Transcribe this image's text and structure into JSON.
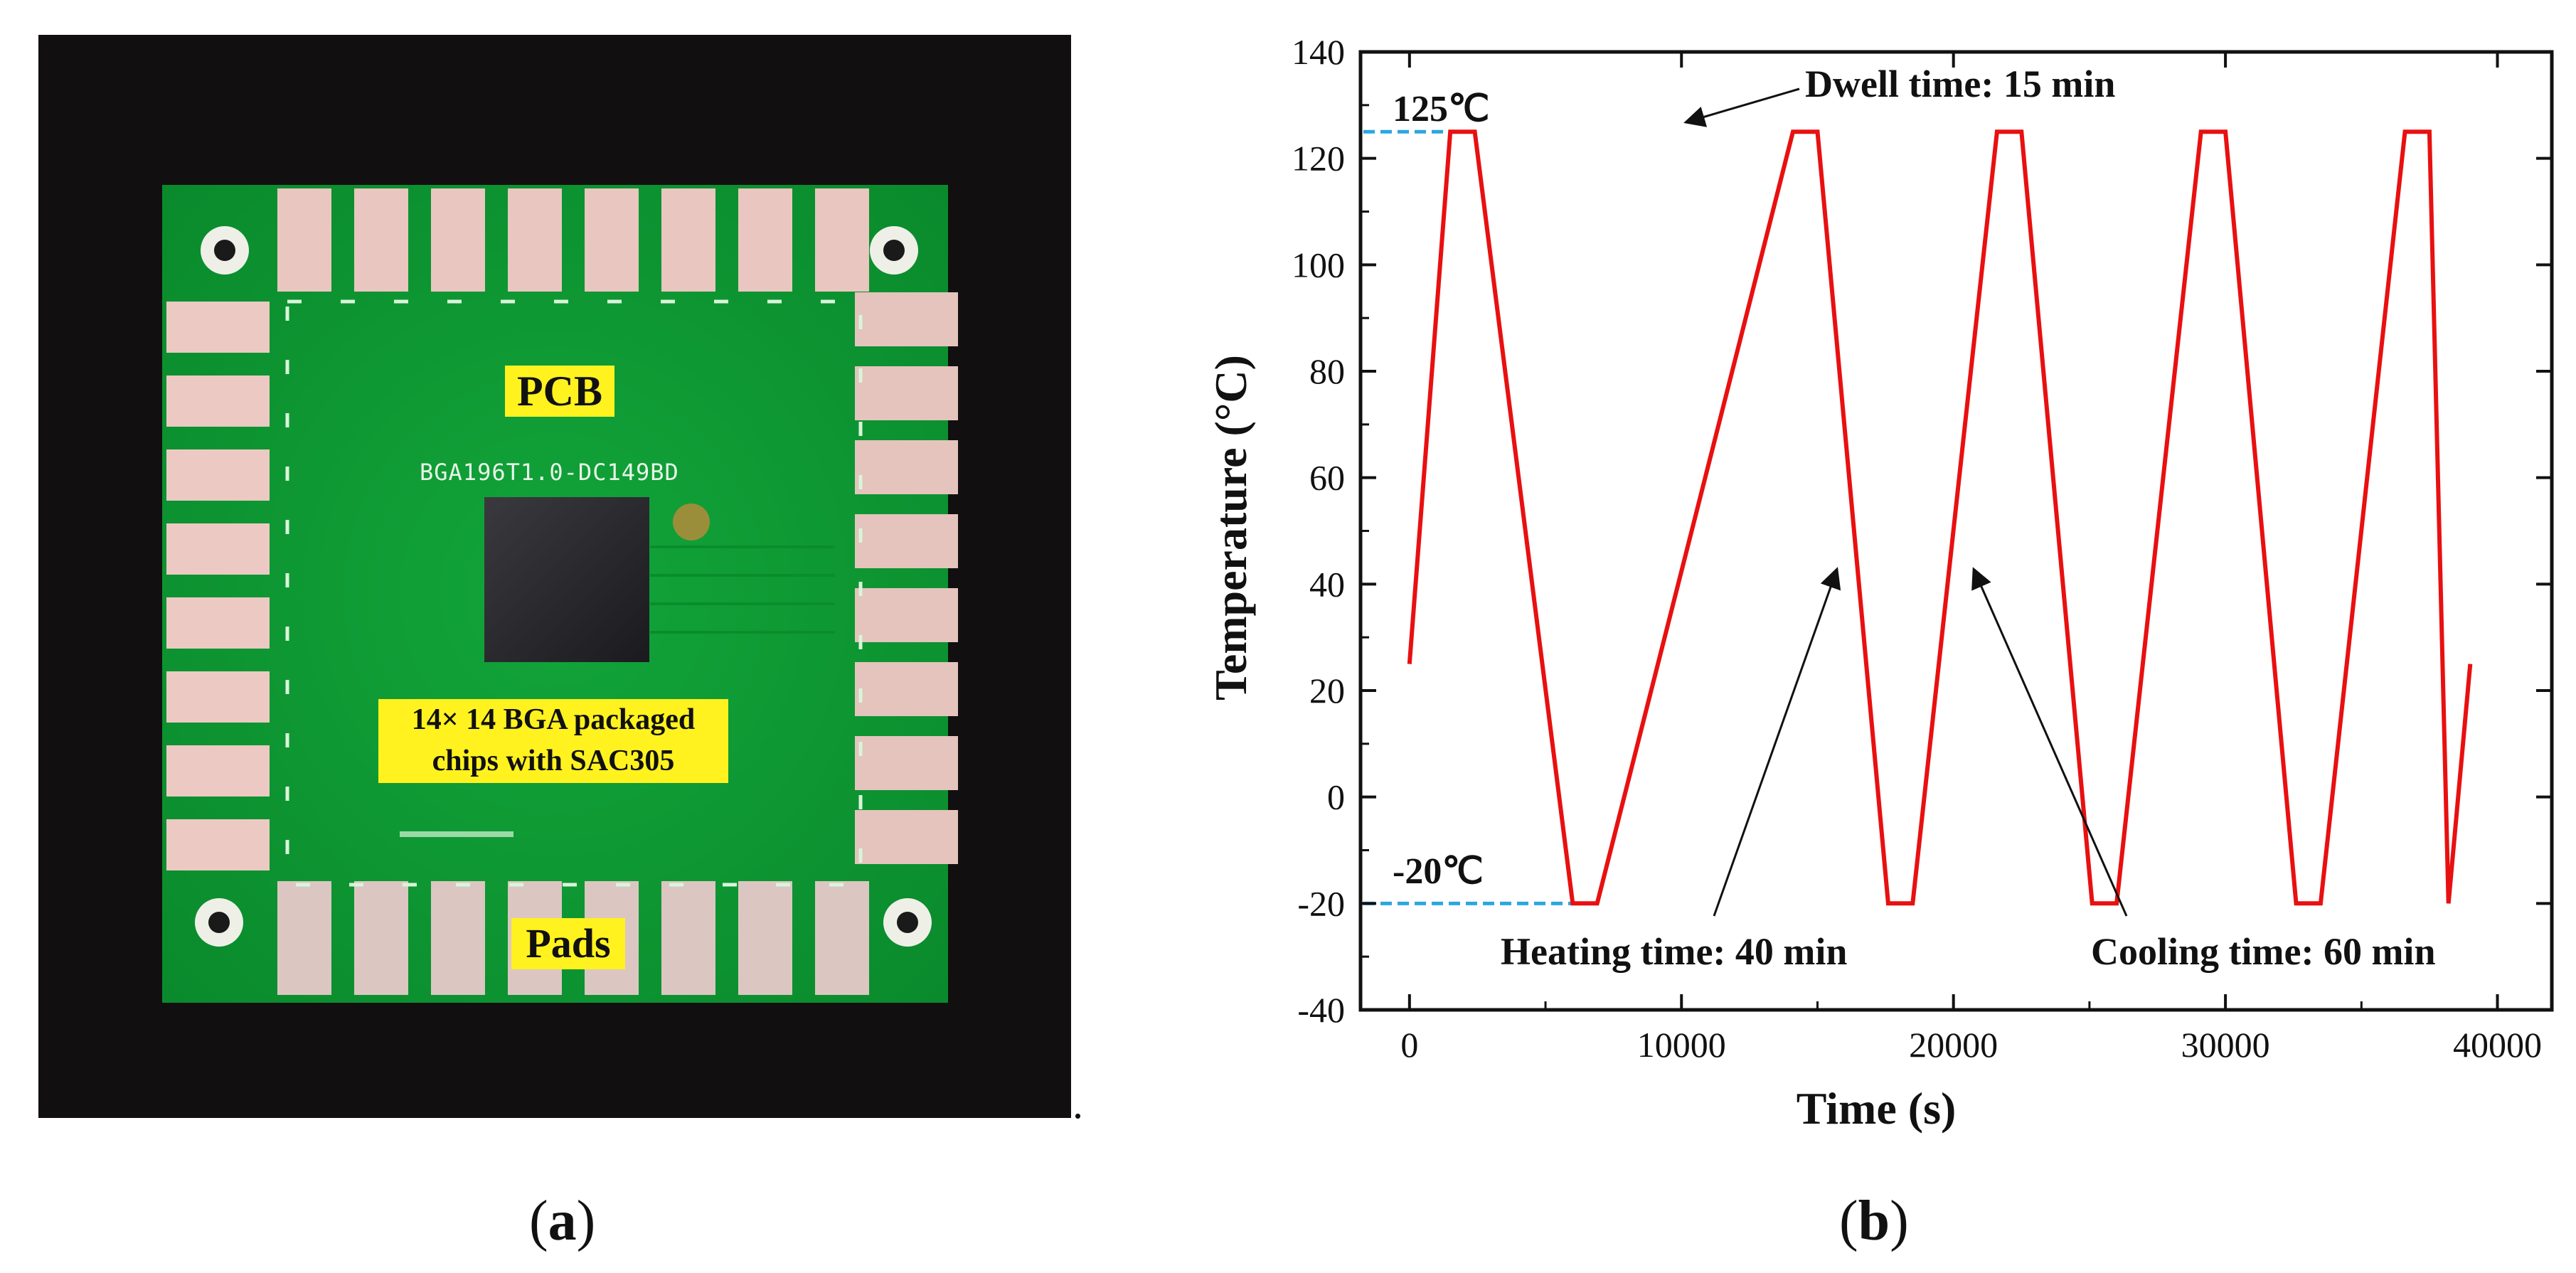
{
  "figure": {
    "panel_a_label_left": "(",
    "panel_a_letter": "a",
    "panel_a_label_right": ")",
    "panel_b_label_left": "(",
    "panel_b_letter": "b",
    "panel_b_label_right": ")",
    "trailing_dot": "."
  },
  "photo": {
    "pcb_label": "PCB",
    "chip_label_line1": "14× 14 BGA packaged",
    "chip_label_line2": "chips with SAC305",
    "pads_label": "Pads",
    "board_marking": "BGA196T1.0-DC149BD",
    "colors": {
      "board": "#0e9d33",
      "pads": "#e9c6bf",
      "highlight": "#fff21f",
      "background": "#120f10"
    }
  },
  "chart_data": {
    "type": "line",
    "xlabel": "Time (s)",
    "ylabel": "Temperature (°C)",
    "xlim": [
      -1800,
      42000
    ],
    "ylim": [
      -40,
      140
    ],
    "xticks": [
      0,
      10000,
      20000,
      30000,
      40000
    ],
    "yticks": [
      -40,
      -20,
      0,
      20,
      40,
      60,
      80,
      100,
      120,
      140
    ],
    "series": [
      {
        "color": "#e81010",
        "x": [
          0,
          1500,
          2400,
          6000,
          6900,
          14100,
          15000,
          17600,
          18500,
          21600,
          22500,
          25100,
          26000,
          29100,
          30000,
          32600,
          33500,
          36600,
          37500,
          38200,
          39000
        ],
        "y": [
          25,
          125,
          125,
          -20,
          -20,
          125,
          125,
          -20,
          -20,
          125,
          125,
          -20,
          -20,
          125,
          125,
          -20,
          -20,
          125,
          125,
          -20,
          25
        ]
      }
    ],
    "reference_lines": [
      {
        "label": "125℃",
        "y": 125,
        "x_end": 1600,
        "color": "#2aa7e0"
      },
      {
        "label": "-20℃",
        "y": -20,
        "x_end": 6200,
        "color": "#2aa7e0"
      }
    ],
    "annotations": [
      {
        "text": "Dwell time: 15 min"
      },
      {
        "text": "Heating time: 40 min"
      },
      {
        "text": "Cooling time: 60 min"
      }
    ],
    "grid": false
  }
}
